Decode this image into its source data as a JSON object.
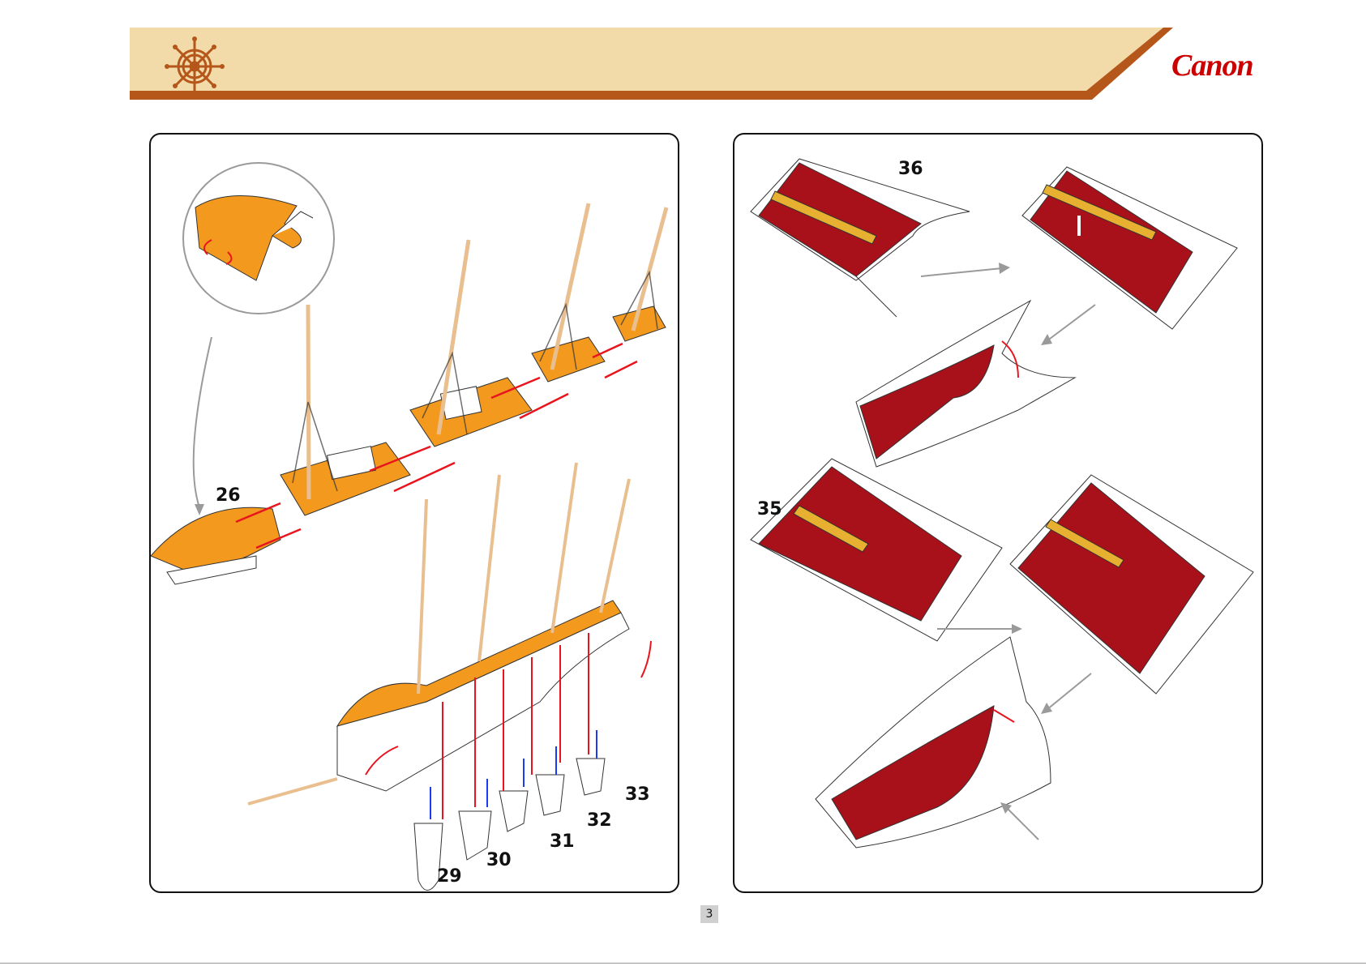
{
  "header": {
    "brand": "Canon",
    "logo_icon": "ship-wheel-icon",
    "band_color": "#f2dba9",
    "border_color": "#b5561a"
  },
  "left_panel": {
    "step_labels": [
      "26",
      "29",
      "30",
      "31",
      "32",
      "33"
    ]
  },
  "right_panel": {
    "step_labels": [
      "36",
      "35"
    ]
  },
  "colors": {
    "deck": "#f39a1e",
    "hull_inner": "#a8101a",
    "mast": "#e9bf8f",
    "red_arrow": "#e8141e",
    "blue_arrow": "#1a3cf0",
    "gray_arrow": "#9a9a9a",
    "glue_strip": "#e8b030"
  },
  "footer": {
    "page_number": "3"
  }
}
